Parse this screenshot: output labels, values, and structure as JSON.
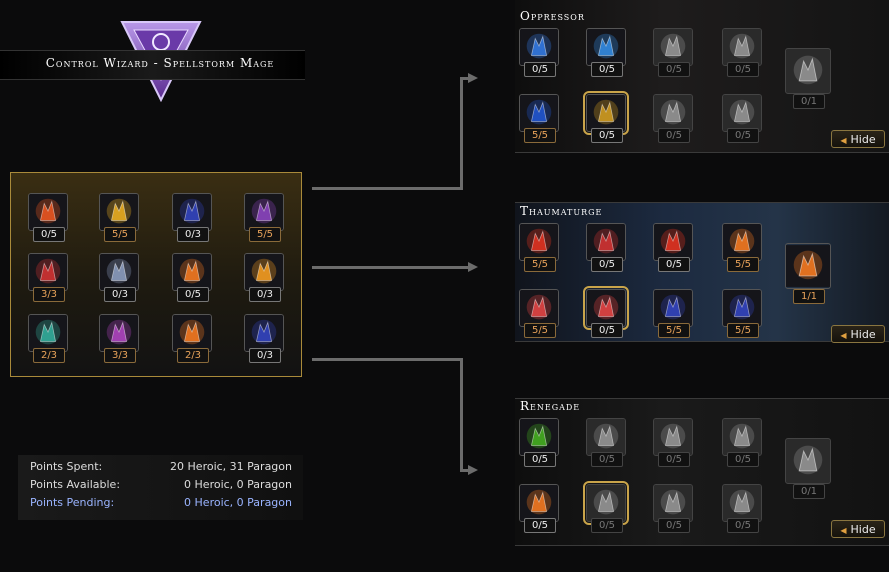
{
  "header": {
    "title": "Control Wizard - Spellstorm Mage"
  },
  "colors": {
    "gold": "#c9a44a",
    "accent_blue": "#9ab4ff",
    "rank_orange": "#e8a35a"
  },
  "core_tree": {
    "tiles": [
      {
        "icon": "crown-icon",
        "rank": "0/5",
        "color": "#d85020"
      },
      {
        "icon": "banner-icon",
        "rank": "5/5",
        "color": "#d8a020"
      },
      {
        "icon": "blue-figure-icon",
        "rank": "0/3",
        "color": "#3040b0"
      },
      {
        "icon": "purple-book-icon",
        "rank": "5/5",
        "color": "#8040b0"
      },
      {
        "icon": "crossed-swords-icon",
        "rank": "3/3",
        "color": "#c03030"
      },
      {
        "icon": "statue-icon",
        "rank": "0/3",
        "color": "#8090b0"
      },
      {
        "icon": "orange-crest-icon",
        "rank": "0/5",
        "color": "#e07020"
      },
      {
        "icon": "sun-icon",
        "rank": "0/3",
        "color": "#e09020"
      },
      {
        "icon": "green-mask-icon",
        "rank": "2/3",
        "color": "#30a090"
      },
      {
        "icon": "horned-mask-icon",
        "rank": "3/3",
        "color": "#a040b0"
      },
      {
        "icon": "orange-crest-icon",
        "rank": "2/3",
        "color": "#e07020"
      },
      {
        "icon": "blue-figure-icon",
        "rank": "0/3",
        "color": "#3040b0"
      }
    ]
  },
  "stats": {
    "spent_label": "Points Spent:",
    "spent_value": "20 Heroic, 31 Paragon",
    "available_label": "Points Available:",
    "available_value": "0 Heroic, 0 Paragon",
    "pending_label": "Points Pending:",
    "pending_value": "0 Heroic, 0 Paragon"
  },
  "branches": [
    {
      "name": "Oppressor",
      "hide_label": "Hide",
      "tiles": [
        {
          "icon": "shield-icon",
          "rank": "0/5",
          "active": true,
          "color": "#3070d0"
        },
        {
          "icon": "fist-icon",
          "rank": "0/5",
          "active": true,
          "color": "#3080d0"
        },
        {
          "icon": "hand-book-icon",
          "rank": "0/5",
          "active": false
        },
        {
          "icon": "hand-book-icon",
          "rank": "0/5",
          "active": false
        },
        {
          "icon": "swirl-icon",
          "rank": "5/5",
          "active": true,
          "color": "#2050c0"
        },
        {
          "icon": "gold-book-icon",
          "rank": "0/5",
          "active": true,
          "color": "#c09020"
        },
        {
          "icon": "flame-icon",
          "rank": "0/5",
          "active": false
        },
        {
          "icon": "flame-icon",
          "rank": "0/5",
          "active": false
        }
      ],
      "capstone": {
        "icon": "horned-helm-icon",
        "rank": "0/1"
      }
    },
    {
      "name": "Thaumaturge",
      "hide_label": "Hide",
      "tiles": [
        {
          "icon": "fire-icon",
          "rank": "5/5",
          "active": true,
          "color": "#d03020"
        },
        {
          "icon": "crossed-swords-icon",
          "rank": "0/5",
          "active": true,
          "color": "#c03030"
        },
        {
          "icon": "fire-icon",
          "rank": "0/5",
          "active": true,
          "color": "#d03020"
        },
        {
          "icon": "orange-crest-icon",
          "rank": "5/5",
          "active": true,
          "color": "#e07020"
        },
        {
          "icon": "red-mask-icon",
          "rank": "5/5",
          "active": true,
          "color": "#d04040"
        },
        {
          "icon": "red-mask-icon",
          "rank": "0/5",
          "active": true,
          "color": "#d04040"
        },
        {
          "icon": "blue-figure-icon",
          "rank": "5/5",
          "active": true,
          "color": "#3040b0"
        },
        {
          "icon": "blue-figure-icon",
          "rank": "5/5",
          "active": true,
          "color": "#3040b0"
        }
      ],
      "capstone": {
        "icon": "flame-mask-icon",
        "rank": "1/1"
      }
    },
    {
      "name": "Renegade",
      "hide_label": "Hide",
      "tiles": [
        {
          "icon": "green-spider-icon",
          "rank": "0/5",
          "active": true,
          "color": "#40a020"
        },
        {
          "icon": "head-icon",
          "rank": "0/5",
          "active": false
        },
        {
          "icon": "horned-head-icon",
          "rank": "0/5",
          "active": false
        },
        {
          "icon": "hand-book-icon",
          "rank": "0/5",
          "active": false
        },
        {
          "icon": "orange-crest-icon",
          "rank": "0/5",
          "active": true,
          "color": "#e07020"
        },
        {
          "icon": "flame-icon",
          "rank": "0/5",
          "active": false
        },
        {
          "icon": "fist-icon",
          "rank": "0/5",
          "active": false
        },
        {
          "icon": "horned-head-icon",
          "rank": "0/5",
          "active": false
        }
      ],
      "capstone": {
        "icon": "dark-flame-icon",
        "rank": "0/1"
      }
    }
  ]
}
